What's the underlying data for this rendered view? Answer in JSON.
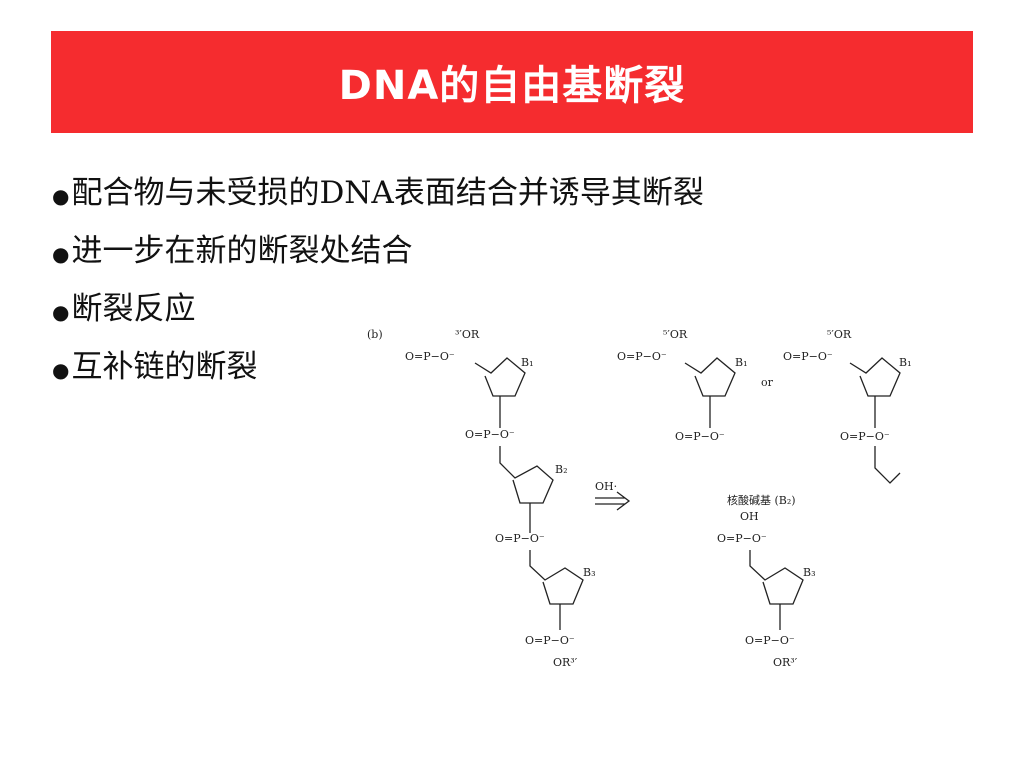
{
  "title": "DNA的自由基断裂",
  "bullets": [
    "配合物与未受损的DNA表面结合并诱导其断裂",
    "进一步在新的断裂处结合",
    "断裂反应",
    "互补链的断裂"
  ],
  "figure": {
    "panel_label": "(b)",
    "reagent": "OH·",
    "or_label": "or",
    "released_base": "核酸碱基 (B₂)",
    "labels": {
      "or3": "³′OR",
      "or5": "⁵′OR",
      "or3p": "OR³′",
      "b1": "B₁",
      "b2": "B₂",
      "b3": "B₃",
      "phosphate": "O=P−O⁻",
      "oh": "OH"
    }
  }
}
